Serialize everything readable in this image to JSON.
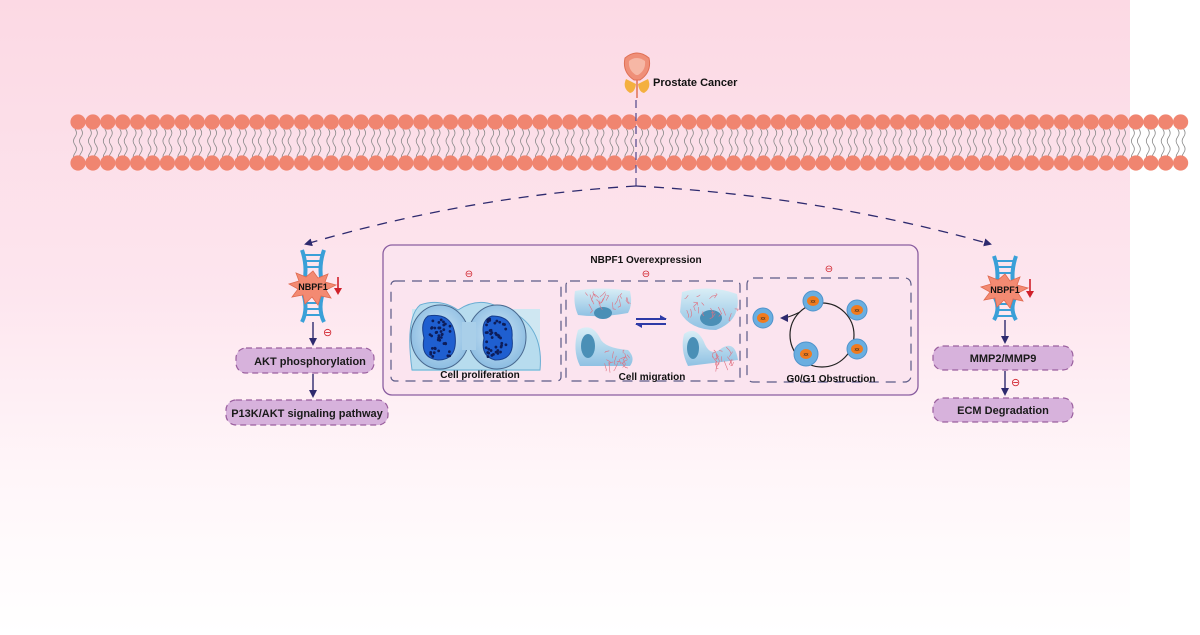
{
  "title": "Prostate Cancer",
  "colors": {
    "membrane_head": "#f08570",
    "membrane_tail": "#8a8a8a",
    "arrow": "#2e2a6e",
    "pill_fill": "#d7b2dc",
    "pill_border": "#9a5f9e",
    "box_border": "#8a5ea0",
    "inhibit": "#d0202a",
    "dna": "#3aa0d8",
    "burst": "#f38a72"
  },
  "left_pathway": {
    "gene_label": "NBPF1",
    "gene_trend": "down",
    "inhibit_symbol": "⊖",
    "steps": [
      "AKT phosphorylation",
      "P13K/AKT signaling pathway"
    ]
  },
  "right_pathway": {
    "gene_label": "NBPF1",
    "gene_trend": "down",
    "inhibit_symbol": "⊖",
    "steps": [
      "MMP2/MMP9",
      "ECM Degradation"
    ]
  },
  "center_box": {
    "title": "NBPF1 Overexpression",
    "panels": [
      {
        "label": "Cell proliferation",
        "inhibit_symbol": "⊖"
      },
      {
        "label": "Cell migration",
        "inhibit_symbol": "⊖"
      },
      {
        "label": "G0/G1 Obstruction",
        "inhibit_symbol": "⊖"
      }
    ]
  }
}
